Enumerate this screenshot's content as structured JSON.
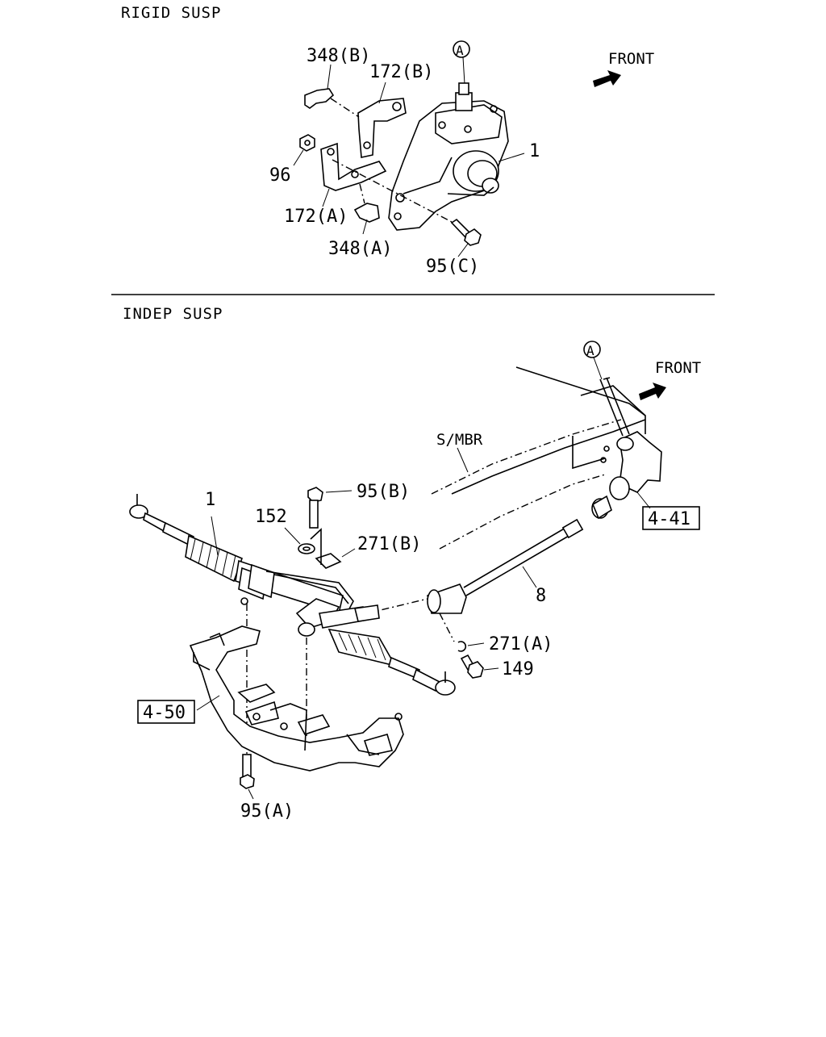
{
  "sections": {
    "rigid": {
      "title": "RIGID SUSP",
      "front_label": "FRONT"
    },
    "indep": {
      "title": "INDEP SUSP",
      "front_label": "FRONT",
      "crossmember_label": "S/MBR"
    }
  },
  "callouts": {
    "rigid": {
      "p348b": "348(B)",
      "p172b": "172(B)",
      "p96": "96",
      "p172a": "172(A)",
      "p348a": "348(A)",
      "p95c": "95(C)",
      "p1": "1",
      "ref_a": "A"
    },
    "indep": {
      "p1": "1",
      "p152": "152",
      "p95b": "95(B)",
      "p271b": "271(B)",
      "p8": "8",
      "p271a": "271(A)",
      "p149": "149",
      "p95a": "95(A)",
      "ref_a": "A",
      "ref_441": "4-41",
      "ref_450": "4-50"
    }
  }
}
